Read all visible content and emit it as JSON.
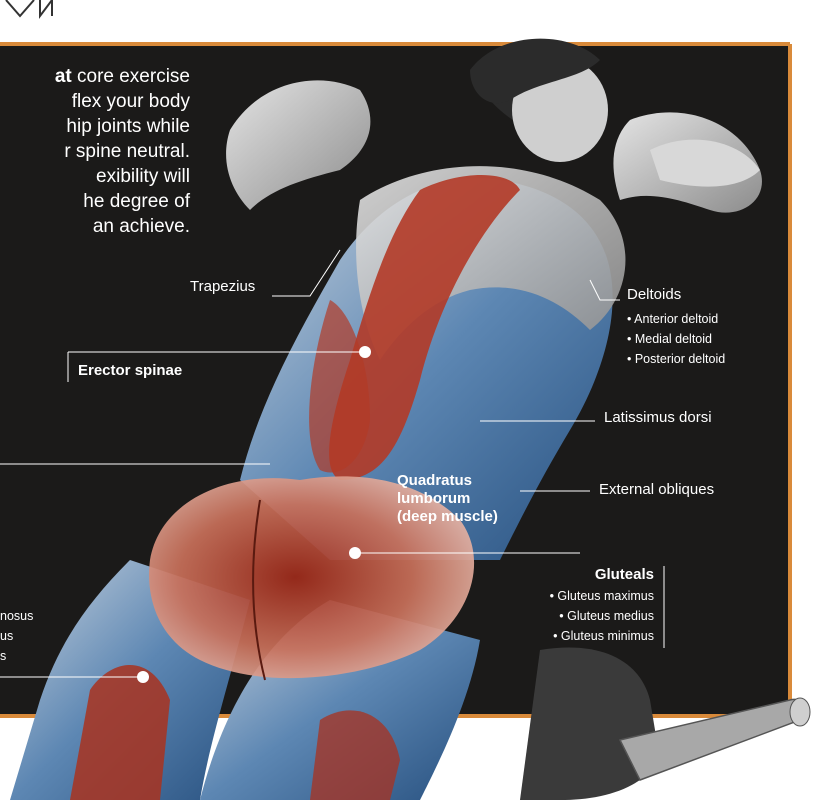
{
  "intro": {
    "lines": [
      {
        "bold": "at",
        "rest": " core exercise"
      },
      {
        "bold": "",
        "rest": "flex your body"
      },
      {
        "bold": "",
        "rest": "hip joints while"
      },
      {
        "bold": "",
        "rest": "r spine neutral."
      },
      {
        "bold": "",
        "rest": "exibility will"
      },
      {
        "bold": "",
        "rest": "he degree of"
      },
      {
        "bold": "",
        "rest": "an achieve."
      }
    ]
  },
  "labels": {
    "trapezius": "Trapezius",
    "erector_spinae": "Erector spinae",
    "quadratus": [
      "Quadratus",
      "lumborum",
      "(deep muscle)"
    ],
    "deltoids": {
      "title": "Deltoids",
      "items": [
        "• Anterior deltoid",
        "• Medial deltoid",
        "• Posterior deltoid"
      ]
    },
    "latissimus": "Latissimus dorsi",
    "external_obliques": "External obliques",
    "gluteals": {
      "title": "Gluteals",
      "items": [
        "• Gluteus maximus",
        "• Gluteus medius",
        "• Gluteus minimus"
      ]
    },
    "left_fragments": [
      "nosus",
      "us",
      "s"
    ]
  },
  "colors": {
    "board": "#1b1a19",
    "board_border": "#d98a3a",
    "muscle_red": "#b23a27",
    "suit_blue": "#3d6fa0",
    "skin_grey": "#bcbcbc"
  }
}
